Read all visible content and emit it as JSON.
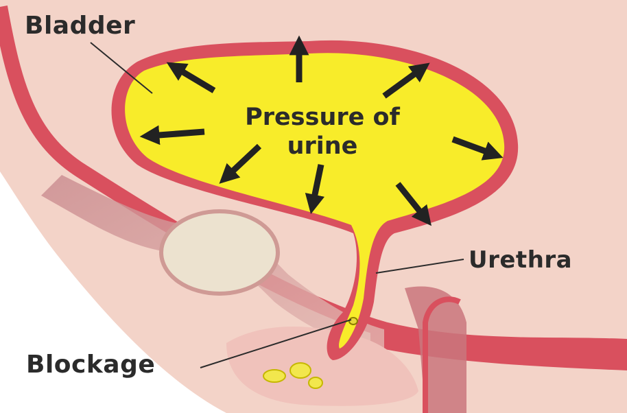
{
  "labels": {
    "bladder": "Bladder",
    "pressure_line1": "Pressure of",
    "pressure_line2": "urine",
    "urethra": "Urethra",
    "blockage": "Blockage"
  },
  "colors": {
    "tissue": "#f3d3c8",
    "wall": "#d9505e",
    "urine": "#f8ec2a",
    "bone": "#ece2cf",
    "arrow": "#222222"
  }
}
